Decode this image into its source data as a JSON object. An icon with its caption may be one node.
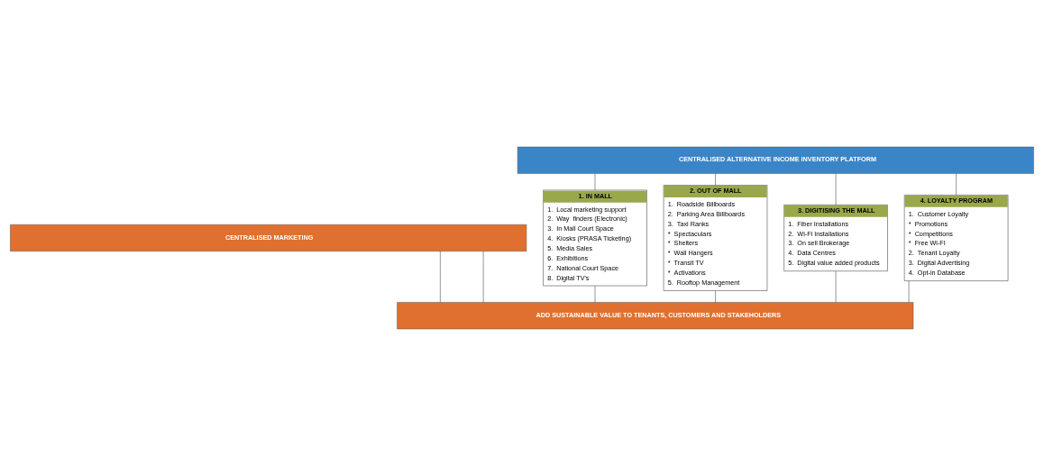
{
  "diagram": {
    "nodes": [
      {
        "text": [
          "CENTRALISED MARKETING"
        ]
      },
      {
        "text": [
          "CENTRALISED ALTERNATIVE INCOME INVENTORY PLATFORM"
        ]
      },
      {
        "text": [
          "1. IN MALL",
          "1.  Local marketing support",
          "2.  Way  finders (Electronic)",
          "3.  In Mall Court Space",
          "4.  Kiosks (PRASA Ticketing)",
          "5.  Media Sales",
          "6.  Exhibitions",
          "7.  National Court Space",
          "8.  Digital TV's"
        ]
      },
      {
        "text": [
          "2. OUT OF MALL",
          "1.  Roadside Billboards",
          "2.  Parking Area Billboards",
          "3.  Taxi Ranks",
          "*  Spectaculars",
          "*  Shelters",
          "*  Wall Hangers",
          "*  Transit TV",
          "*  Activations",
          "5.  Rooftop Management"
        ]
      },
      {
        "text": [
          "3. DIGITISING THE MALL",
          "1.  Fiber Installations",
          "2.  Wi-Fi Installations",
          "3.  On sell Brokerage",
          "4.  Data Centres",
          "5.  Digital value added products"
        ]
      },
      {
        "text": [
          "4. LOYALTY PROGRAM",
          "1.  Customer Loyalty",
          "*  Promotions",
          "*  Competitions",
          "*  Free Wi-FI",
          "2.  Tenant Loyalty",
          "3.  Digital Advertising",
          "4.  Opt-in Database"
        ]
      },
      {
        "text": [
          "ADD SUSTAINABLE VALUE TO TENANTS, CUSTOMERS AND STAKEHOLDERS"
        ]
      }
    ],
    "edges": [
      {
        "from": 1,
        "to": 2,
        "arrow": "none"
      },
      {
        "from": 1,
        "to": 3,
        "arrow": "none"
      },
      {
        "from": 1,
        "to": 4,
        "arrow": "none"
      },
      {
        "from": 1,
        "to": 5,
        "arrow": "none"
      },
      {
        "from": 2,
        "to": 6,
        "arrow": "none"
      },
      {
        "from": 3,
        "to": 6,
        "arrow": "none"
      },
      {
        "from": 4,
        "to": 6,
        "arrow": "none"
      },
      {
        "from": 5,
        "to": 6,
        "arrow": "none"
      },
      {
        "from": 0,
        "to": 6,
        "arrow": "none"
      },
      {
        "from": 0,
        "to": 6,
        "arrow": "none"
      }
    ]
  }
}
